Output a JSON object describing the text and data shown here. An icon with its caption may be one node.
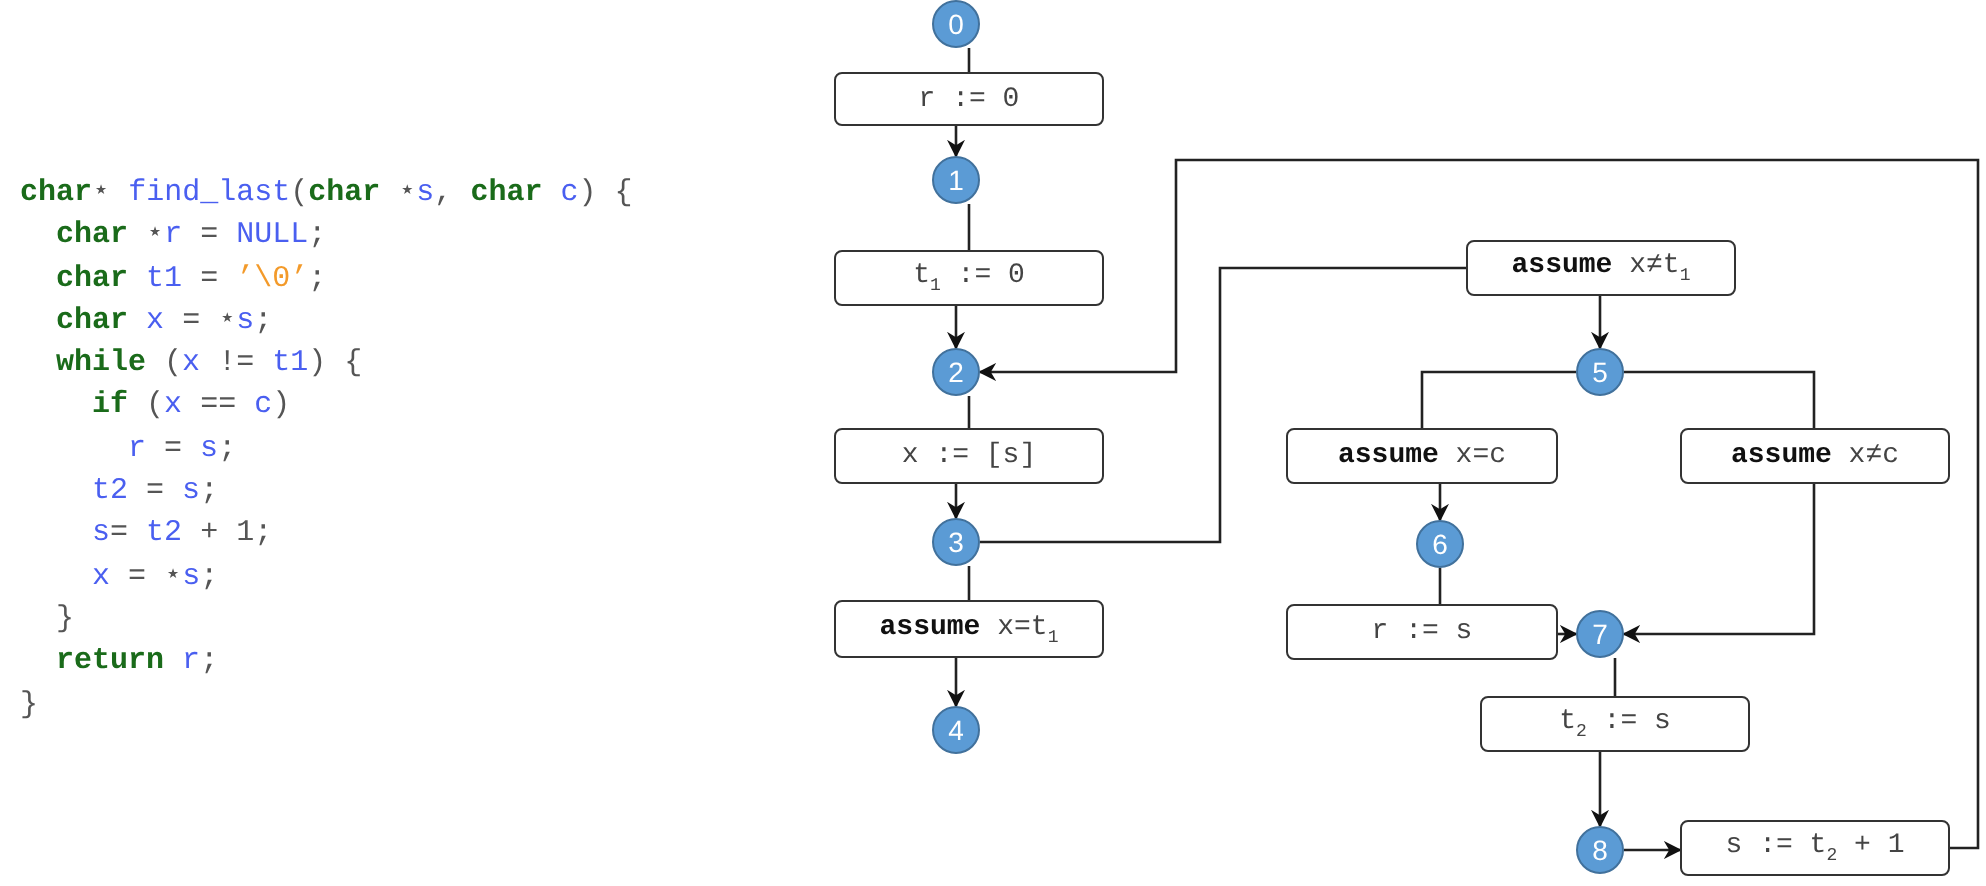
{
  "diagram": {
    "nodes": [
      {
        "text": [
          "0"
        ]
      },
      {
        "text": [
          "r := 0"
        ]
      },
      {
        "text": [
          "1"
        ]
      },
      {
        "text": [
          "t$_{1}$ := 0"
        ]
      },
      {
        "text": [
          "2"
        ]
      },
      {
        "text": [
          "x := [s]"
        ]
      },
      {
        "text": [
          "3"
        ]
      },
      {
        "text": [
          "**assume** x=t$_{1}$"
        ]
      },
      {
        "text": [
          "4"
        ]
      },
      {
        "text": [
          "**assume** x≠t$_{1}$"
        ]
      },
      {
        "text": [
          "5"
        ]
      },
      {
        "text": [
          "**assume** x=c"
        ]
      },
      {
        "text": [
          "**assume** x≠c"
        ]
      },
      {
        "text": [
          "6"
        ]
      },
      {
        "text": [
          "r := s"
        ]
      },
      {
        "text": [
          "7"
        ]
      },
      {
        "text": [
          "t$_{2}$ := s"
        ]
      },
      {
        "text": [
          "8"
        ]
      },
      {
        "text": [
          "s := t$_{2}$ + 1"
        ]
      }
    ],
    "edges": [
      {
        "from": 0,
        "to": 1,
        "arrow": "none"
      },
      {
        "from": 1,
        "to": 2,
        "arrow": "to"
      },
      {
        "from": 2,
        "to": 3,
        "arrow": "none"
      },
      {
        "from": 3,
        "to": 4,
        "arrow": "to"
      },
      {
        "from": 4,
        "to": 5,
        "arrow": "none"
      },
      {
        "from": 5,
        "to": 6,
        "arrow": "to"
      },
      {
        "from": 6,
        "to": 7,
        "arrow": "none"
      },
      {
        "from": 7,
        "to": 8,
        "arrow": "to"
      },
      {
        "from": 6,
        "to": 9,
        "arrow": "none"
      },
      {
        "from": 9,
        "to": 10,
        "arrow": "to"
      },
      {
        "from": 10,
        "to": 11,
        "arrow": "none"
      },
      {
        "from": 10,
        "to": 12,
        "arrow": "none"
      },
      {
        "from": 11,
        "to": 13,
        "arrow": "to"
      },
      {
        "from": 13,
        "to": 14,
        "arrow": "none"
      },
      {
        "from": 14,
        "to": 15,
        "arrow": "to"
      },
      {
        "from": 12,
        "to": 15,
        "arrow": "to"
      },
      {
        "from": 15,
        "to": 16,
        "arrow": "none"
      },
      {
        "from": 16,
        "to": 17,
        "arrow": "to"
      },
      {
        "from": 17,
        "to": 18,
        "arrow": "to"
      },
      {
        "from": 18,
        "to": 4,
        "arrow": "to"
      }
    ],
    "labels": [
      "**char**⋆ find_last(**char** ⋆s, **char** c) {",
      "  **char** ⋆r = NULL;",
      "  **char** t1 = ’\\0’;",
      "  **char** x = ⋆s;",
      "  **while** (x != t1) {",
      "    **if** (x == c)",
      "      r = s;",
      "    t2 = s;",
      "    s= t2 + 1;",
      "    x = ⋆s;",
      "  }",
      "  **return** r;",
      "}"
    ]
  }
}
